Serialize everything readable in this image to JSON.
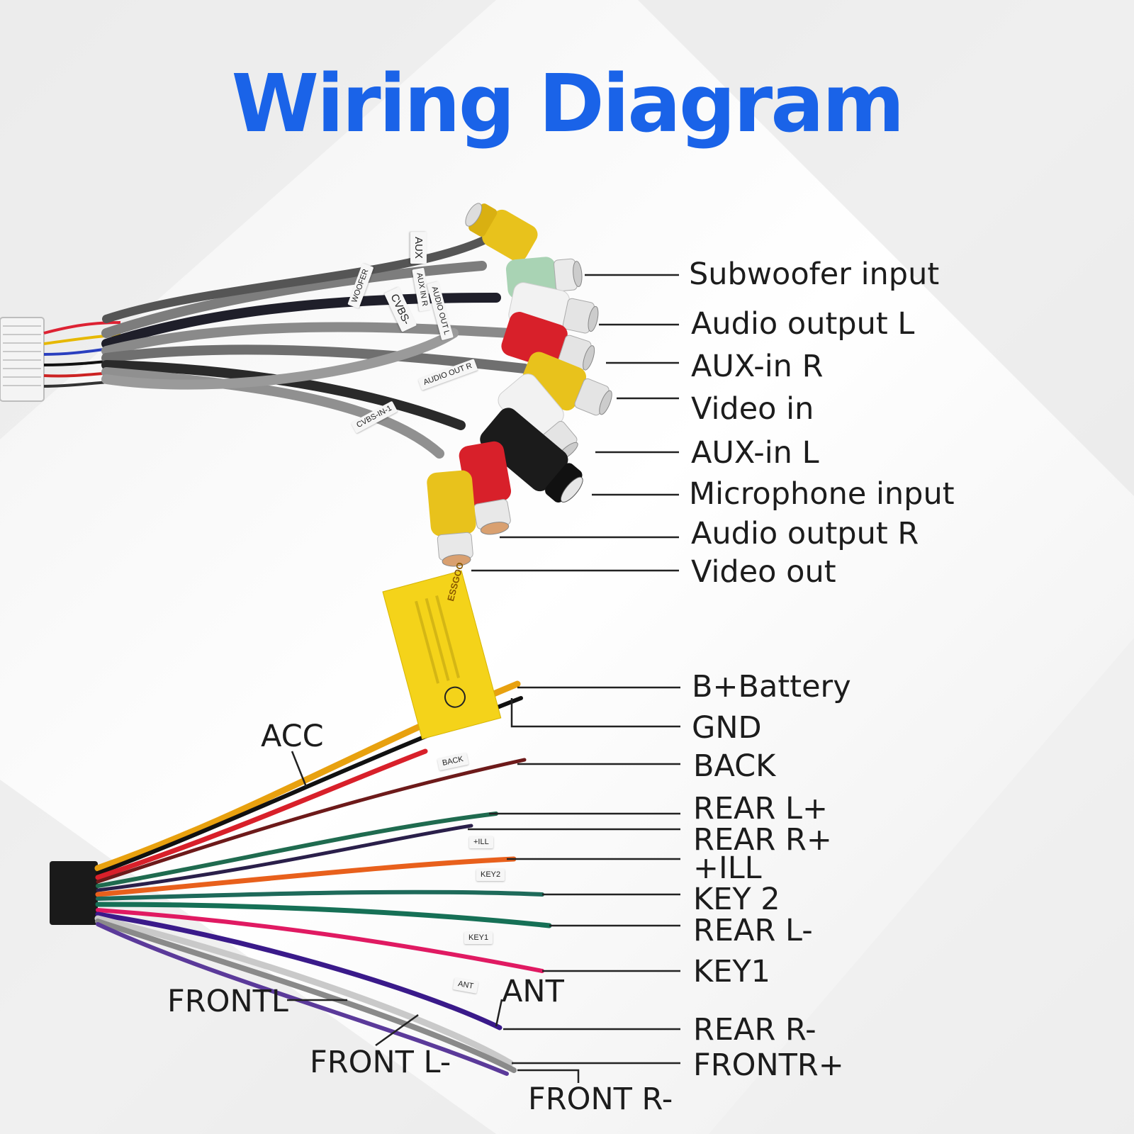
{
  "title": "Wiring Diagram",
  "colors": {
    "title": "#1a63e8",
    "rca_yellow": "#e8c21c",
    "rca_red": "#d8202a",
    "rca_white": "#f2f2f2",
    "rca_green": "#a9d3b4",
    "rca_black": "#1b1b1b",
    "label_text": "#1c1c1c"
  },
  "rca_labels": [
    "Subwoofer input",
    "Audio output L",
    "AUX-in R",
    "Video in",
    "AUX-in L",
    "Microphone input",
    "Audio output R",
    "Video out"
  ],
  "power_labels": [
    "B+Battery",
    "GND",
    "BACK",
    "REAR L+",
    "REAR R+",
    "+ILL",
    "KEY 2",
    "REAR L-",
    "KEY1",
    "REAR R-",
    "FRONTR+"
  ],
  "left_labels": {
    "acc": "ACC",
    "frontl": "FRONTL",
    "front_l_minus": "FRONT L-",
    "ant": "ANT",
    "front_r_minus": "FRONT R-"
  },
  "cable_tags": {
    "aux": "AUX",
    "aux_in_r": "AUX IN R",
    "subwoofer": "WOOFER",
    "cvbs": "CVBS-",
    "audio_out_l": "AUDIO OUT L",
    "audio_out_r": "AUDIO OUT R",
    "cvbs_in_1": "CVBS-IN-1",
    "back": "BACK",
    "ill": "+ILL",
    "key2": "KEY2",
    "key1": "KEY1",
    "ant": "ANT"
  },
  "brand": "ESSGOO"
}
